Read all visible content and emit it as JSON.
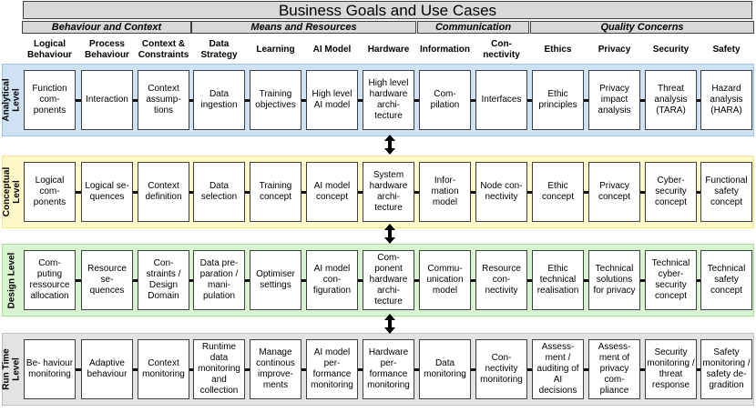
{
  "title": "Business Goals and Use Cases",
  "groups": [
    {
      "label": "Behaviour and Context",
      "span": [
        0,
        2
      ]
    },
    {
      "label": "Means and Resources",
      "span": [
        3,
        6
      ]
    },
    {
      "label": "Communication",
      "span": [
        7,
        8
      ]
    },
    {
      "label": "Quality Concerns",
      "span": [
        9,
        12
      ]
    }
  ],
  "columns": [
    "Logical Behaviour",
    "Process Behaviour",
    "Context & Constraints",
    "Data Strategy",
    "Learning",
    "AI Model",
    "Hardware",
    "Information",
    "Con- nectivity",
    "Ethics",
    "Privacy",
    "Security",
    "Safety"
  ],
  "levels": [
    {
      "label": "Analytical Level",
      "color": "#cfe2f3",
      "border": "#9fc5e8",
      "cells": [
        "Function com- ponents",
        "Interaction",
        "Context assump- tions",
        "Data ingestion",
        "Training objectives",
        "High level AI model",
        "High level hardware archi- tecture",
        "Com- pilation",
        "Interfaces",
        "Ethic principles",
        "Privacy impact analysis",
        "Threat analysis (TARA)",
        "Hazard analysis (HARA)"
      ]
    },
    {
      "label": "Conceptual Level",
      "color": "#fff9c9",
      "border": "#f1e58c",
      "cells": [
        "Logical com- ponents",
        "Logical se- quences",
        "Context definition",
        "Data selection",
        "Training concept",
        "AI model concept",
        "System hardware archi- tecture",
        "Infor- mation model",
        "Node con- nectivity",
        "Ethic concept",
        "Privacy concept",
        "Cyber- security concept",
        "Functional safety concept"
      ]
    },
    {
      "label": "Design Level",
      "color": "#d9f2d0",
      "border": "#a9dc97",
      "cells": [
        "Com- puting ressource allocation",
        "Resource se- quences",
        "Con- straints / Design Domain",
        "Data pre- paration / mani- pulation",
        "Optimiser settings",
        "AI model con- figuration",
        "Com- ponent hardware archi- tecture",
        "Commu- unication model",
        "Resource con- nectivity",
        "Ethic technical realisation",
        "Technical solutions for privacy",
        "Technical cyber- security concept",
        "Technical safety concept"
      ]
    },
    {
      "label": "Run Time Level",
      "color": "#e3e3e3",
      "border": "#c0c0c0",
      "cells": [
        "Be- haviour monitoring",
        "Adaptive behaviour",
        "Context monitoring",
        "Runtime data monitoring and collection",
        "Manage continous improve- ments",
        "AI model per- formance monitoring",
        "Hardware per- formance monitoring",
        "Data monitoring",
        "Con- nectivity monitoring",
        "Assess- ment / auditing of AI decisions",
        "Assess- ment of privacy com- pliance",
        "Security monitoring / threat response",
        "Safety monitoring / safety de- gradition"
      ]
    }
  ],
  "colors": {
    "frame": "#404040",
    "header_fill": "#d9d9d9",
    "connector": "#111111"
  }
}
